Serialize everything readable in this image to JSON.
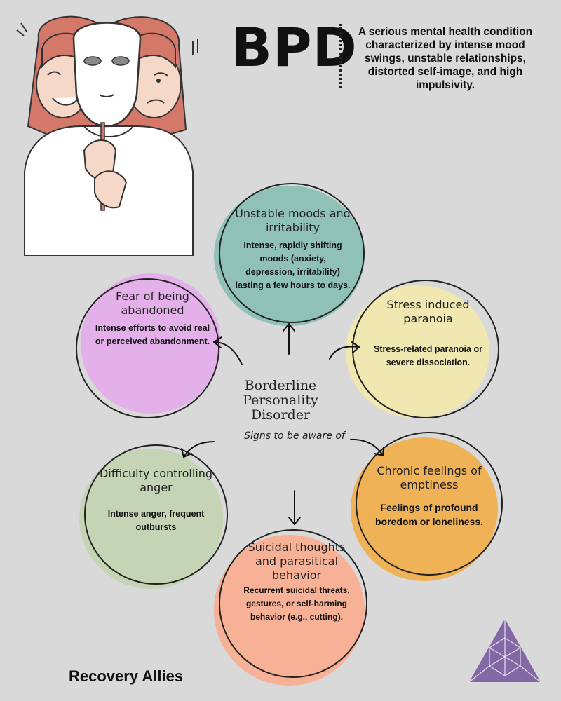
{
  "header": {
    "title": "BPD",
    "description": "A serious mental health condition characterized by intense mood swings, unstable relationships, distorted self-image, and high impulsivity."
  },
  "center": {
    "title": "Borderline Personality Disorder",
    "subtitle": "Signs to be aware of"
  },
  "signs": [
    {
      "title": "Unstable moods and irritability",
      "desc": "Intense, rapidly shifting moods (anxiety, depression, irritability) lasting a few hours to days.",
      "color": "#8fc1b9"
    },
    {
      "title": "Fear of being abandoned",
      "desc": "Intense efforts to avoid real or perceived abandonment.",
      "color": "#e4b0e9"
    },
    {
      "title": "Stress induced paranoia",
      "desc": "Stress-related paranoia or severe dissociation.",
      "color": "#f1e8b1"
    },
    {
      "title": "Difficulty controlling anger",
      "desc": "Intense anger, frequent outbursts",
      "color": "#c4d4b4"
    },
    {
      "title": "Chronic feelings of emptiness",
      "desc": "Feelings of profound boredom or loneliness.",
      "color": "#efb256"
    },
    {
      "title": "Suicidal thoughts and parasitical behavior",
      "desc": "Recurrent suicidal threats, gestures, or self-harming behavior (e.g., cutting).",
      "color": "#f7b196"
    }
  ],
  "footer": {
    "brand": "Recovery Allies",
    "logo_color": "#8368a6"
  },
  "icons": [
    "two-faced-woman-mask-illustration",
    "triangle-logo-icon"
  ]
}
